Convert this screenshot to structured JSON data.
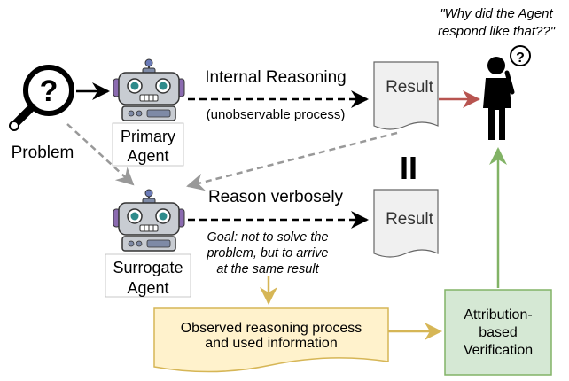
{
  "problem": {
    "label": "Problem"
  },
  "primary_agent": {
    "line1": "Primary",
    "line2": "Agent"
  },
  "surrogate_agent": {
    "line1": "Surrogate",
    "line2": "Agent"
  },
  "internal_reasoning": {
    "title": "Internal Reasoning",
    "subtitle": "(unobservable process)"
  },
  "reason_verbosely": {
    "title": "Reason verbosely"
  },
  "goal": {
    "line1": "Goal: not to solve the",
    "line2": "problem, but to arrive",
    "line3": "at the same result"
  },
  "result_top": {
    "label": "Result"
  },
  "result_bottom": {
    "label": "Result"
  },
  "equals_sign": "II",
  "quote": {
    "line1": "\"Why did the Agent",
    "line2": "respond like that??\""
  },
  "observed": {
    "line1": "Observed reasoning process",
    "line2": "and used information"
  },
  "verification": {
    "line1": "Attribution-",
    "line2": "based",
    "line3": "Verification"
  },
  "colors": {
    "green_fill": "#d5e8d4",
    "green_stroke": "#82b366",
    "yellow_fill": "#fff2cc",
    "yellow_stroke": "#d6b656",
    "red_arrow": "#b85450",
    "grey_arrow": "#999999",
    "robot_body": "#c8ccd2",
    "robot_face": "#2e8b8b"
  }
}
